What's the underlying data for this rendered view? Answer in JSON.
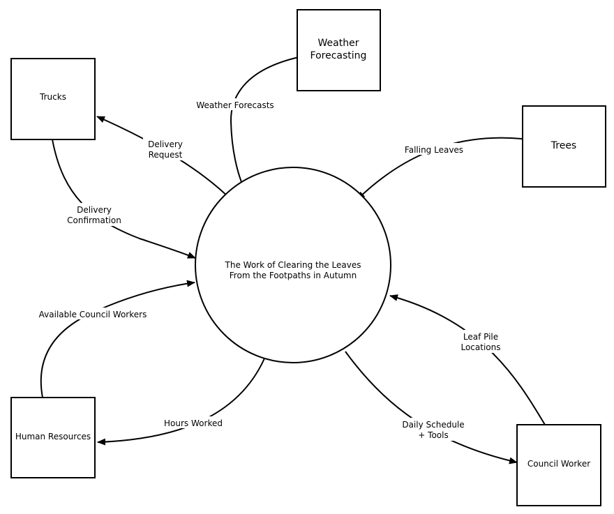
{
  "process": {
    "line1": "The Work of Clearing the Leaves",
    "line2": "From the Footpaths in Autumn"
  },
  "entities": {
    "trucks": "Trucks",
    "weather_line1": "Weather",
    "weather_line2": "Forecasting",
    "trees": "Trees",
    "human_resources": "Human Resources",
    "council_worker": "Council Worker"
  },
  "flows": {
    "weather_forecasts": "Weather Forecasts",
    "delivery_request_line1": "Delivery",
    "delivery_request_line2": "Request",
    "falling_leaves": "Falling Leaves",
    "delivery_confirmation_line1": "Delivery",
    "delivery_confirmation_line2": "Confirmation",
    "available_council_workers": "Available Council Workers",
    "leaf_pile_line1": "Leaf Pile",
    "leaf_pile_line2": "Locations",
    "hours_worked": "Hours Worked",
    "daily_schedule_line1": "Daily Schedule",
    "daily_schedule_line2": "+ Tools"
  }
}
